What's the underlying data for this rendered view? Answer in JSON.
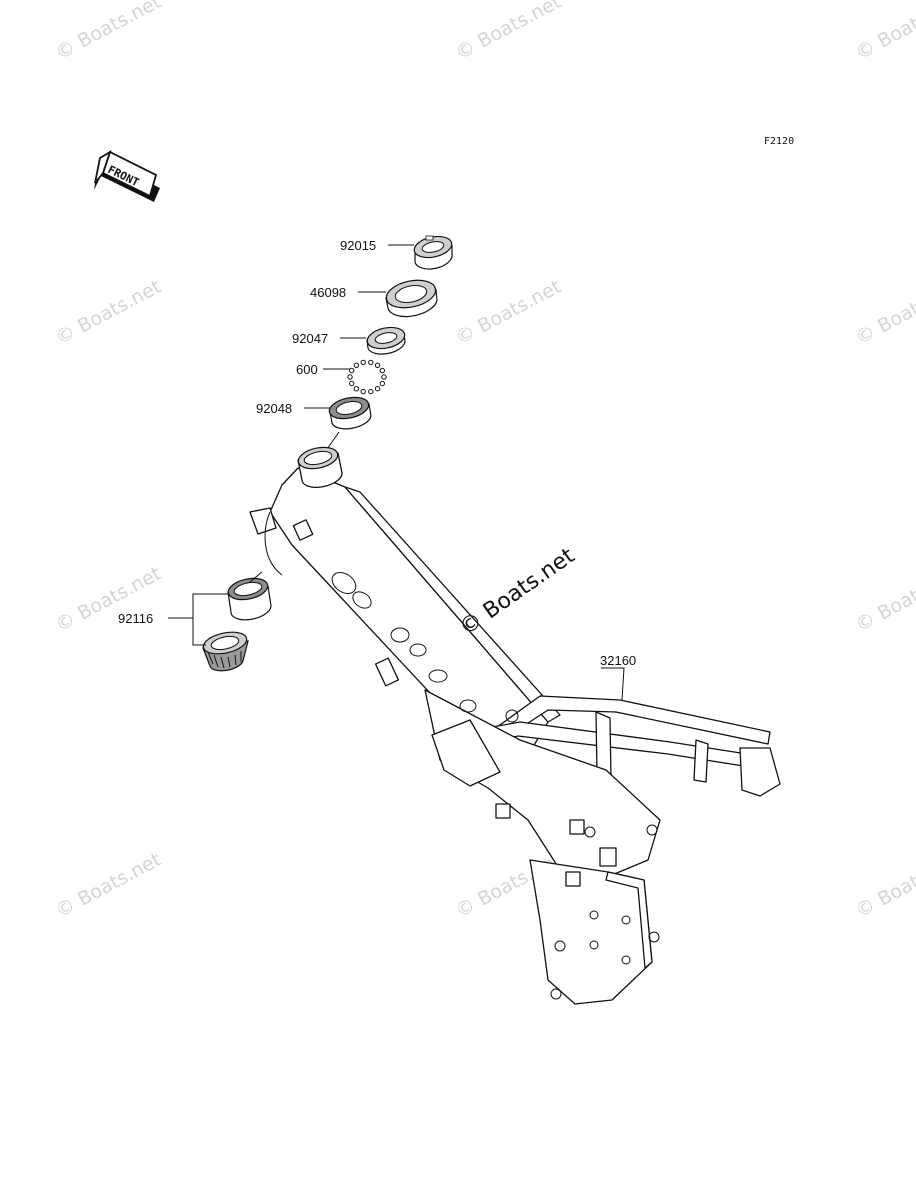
{
  "sheet_code": "F2120",
  "front_label": "FRONT",
  "watermark": "© Boats.net",
  "center_watermark": "© Boats.net",
  "parts": {
    "p92015": "92015",
    "p46098": "46098",
    "p92047": "92047",
    "p600": "600",
    "p92048": "92048",
    "p92116": "92116",
    "p32160": "32160"
  }
}
